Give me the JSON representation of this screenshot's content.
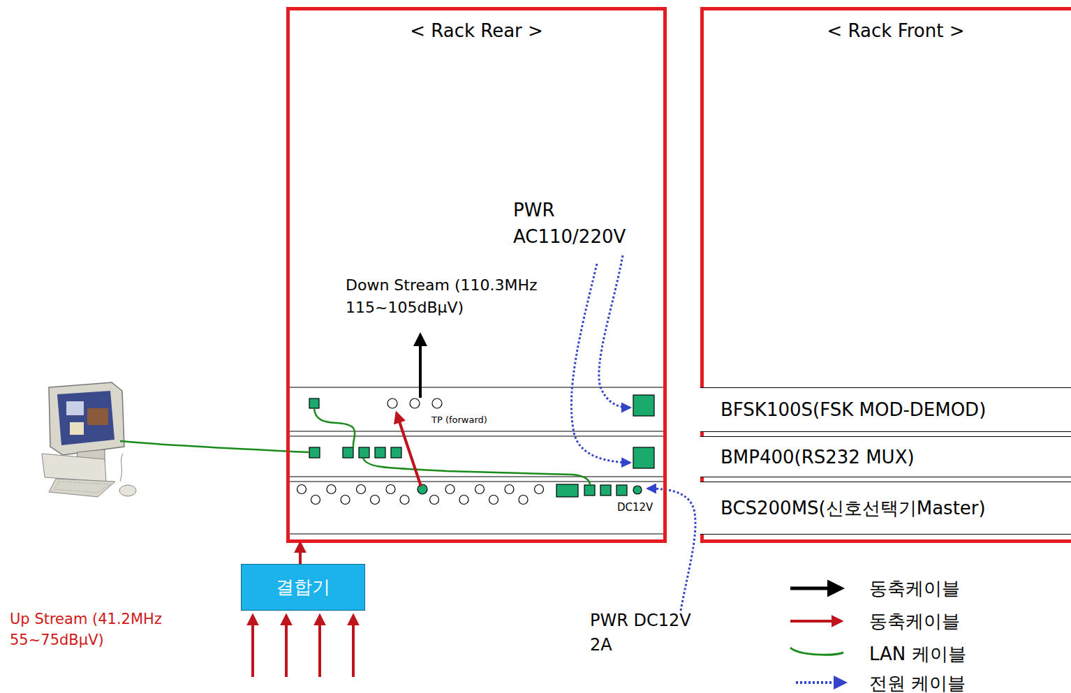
{
  "diagram": {
    "nodes": [
      {
        "text": [
          "< Rack Rear >"
        ]
      },
      {
        "text": [
          "< Rack Front >"
        ]
      },
      {
        "text": [
          "BFSK100S(FSK MOD-DEMOD)"
        ],
        "in": 1
      },
      {
        "text": [
          "BMP400(RS232 MUX)"
        ],
        "in": 1
      },
      {
        "text": [
          "BCS200MS(신호선택기Master)"
        ],
        "in": 1
      },
      {
        "text": [
          "결합기"
        ]
      }
    ],
    "edges": [
      {
        "from": 5,
        "to": 0,
        "arrow": "to"
      }
    ],
    "labels": [
      "PWR AC110/220V",
      "Down Stream (110.3MHz 115~105dBμV)",
      "TP (forward)",
      "DC12V",
      "Up Stream (41.2MHz 55~75dBμV)",
      "PWR DC12V 2A"
    ],
    "legend": [
      {
        "text": "동축케이블"
      },
      {
        "text": "동축케이블"
      },
      {
        "text": "LAN 케이블"
      },
      {
        "text": "전원 케이블"
      }
    ]
  }
}
